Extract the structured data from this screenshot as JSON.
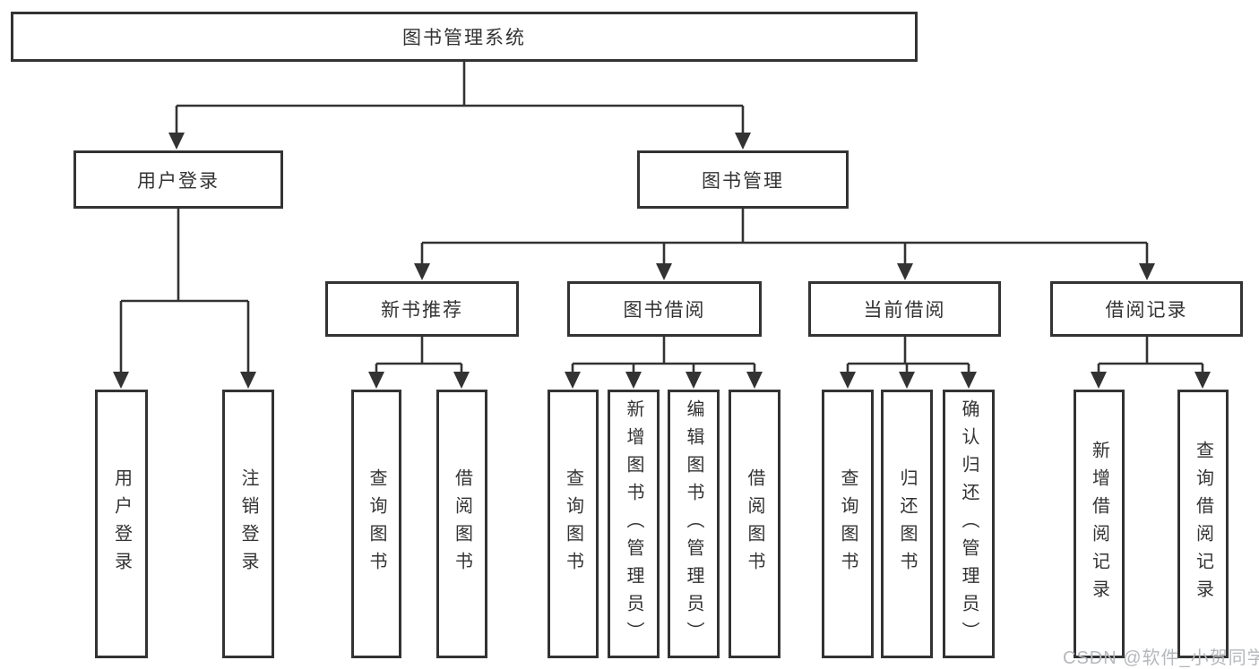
{
  "tree": {
    "label": "图书管理系统",
    "children": [
      {
        "label": "用户登录",
        "children": [
          {
            "label": "用户登录"
          },
          {
            "label": "注销登录"
          }
        ]
      },
      {
        "label": "图书管理",
        "children": [
          {
            "label": "新书推荐",
            "children": [
              {
                "label": "查询图书"
              },
              {
                "label": "借阅图书"
              }
            ]
          },
          {
            "label": "图书借阅",
            "children": [
              {
                "label": "查询图书"
              },
              {
                "label": "新增图书（管理员）"
              },
              {
                "label": "编辑图书（管理员）"
              },
              {
                "label": "借阅图书"
              }
            ]
          },
          {
            "label": "当前借阅",
            "children": [
              {
                "label": "查询图书"
              },
              {
                "label": "归还图书"
              },
              {
                "label": "确认归还（管理员）"
              }
            ]
          },
          {
            "label": "借阅记录",
            "children": [
              {
                "label": "新增借阅记录"
              },
              {
                "label": "查询借阅记录"
              }
            ]
          }
        ]
      }
    ]
  },
  "watermark": "CSDN @软件_小贺同学",
  "colors": {
    "line": "#333333",
    "text": "#333333",
    "watermark": "#b5b8bc",
    "background": "#ffffff"
  }
}
